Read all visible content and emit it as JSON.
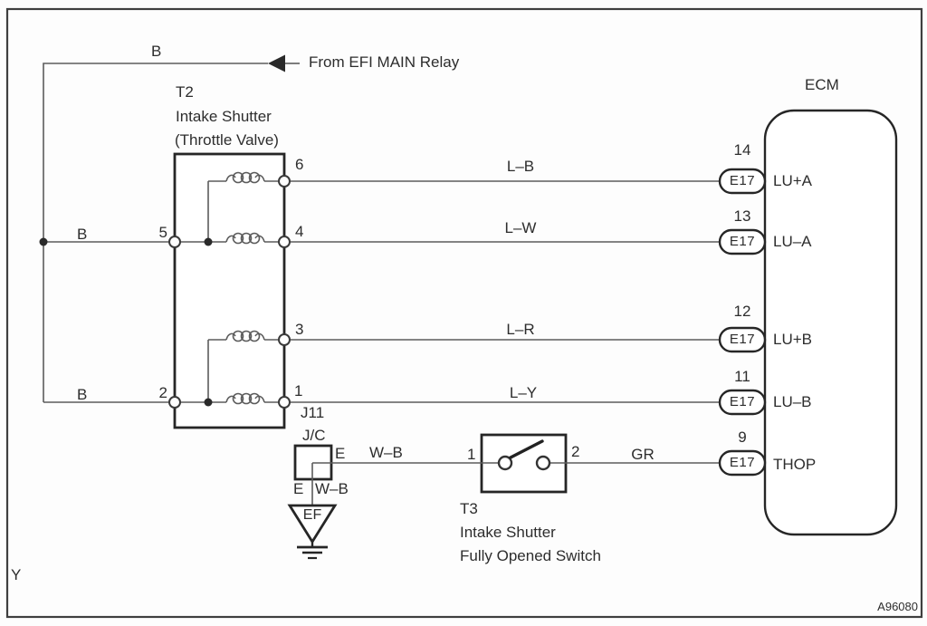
{
  "frame": {
    "corner_label": "Y",
    "figure_code": "A96080"
  },
  "relay_feed": {
    "wire_label": "B",
    "text": "From EFI MAIN Relay"
  },
  "t2": {
    "id": "T2",
    "name1": "Intake Shutter",
    "name2": "(Throttle Valve)",
    "pin6": "6",
    "pin5": "5",
    "pin4": "4",
    "pin3": "3",
    "pin2": "2",
    "pin1": "1",
    "feed_wire_upper": "B",
    "feed_wire_lower": "B"
  },
  "wires": {
    "w14": "L–B",
    "w13": "L–W",
    "w12": "L–R",
    "w11": "L–Y",
    "w9": "GR",
    "jc_to_switch": "W–B",
    "jc_to_ground": "W–B"
  },
  "junction": {
    "id": "J11",
    "type": "J/C",
    "pin_right": "E",
    "pin_bottom": "E",
    "ground_name": "EF"
  },
  "t3": {
    "id": "T3",
    "name1": "Intake Shutter",
    "name2": "Fully Opened Switch",
    "pin1": "1",
    "pin2": "2"
  },
  "ecm": {
    "title": "ECM",
    "pins": [
      {
        "no": "14",
        "conn": "E17",
        "name": "LU+A"
      },
      {
        "no": "13",
        "conn": "E17",
        "name": "LU–A"
      },
      {
        "no": "12",
        "conn": "E17",
        "name": "LU+B"
      },
      {
        "no": "11",
        "conn": "E17",
        "name": "LU–B"
      },
      {
        "no": "9",
        "conn": "E17",
        "name": "THOP"
      }
    ]
  },
  "colors": {
    "wire": "#5c5c5c",
    "outline": "#262626",
    "text": "#2d2d2d"
  }
}
